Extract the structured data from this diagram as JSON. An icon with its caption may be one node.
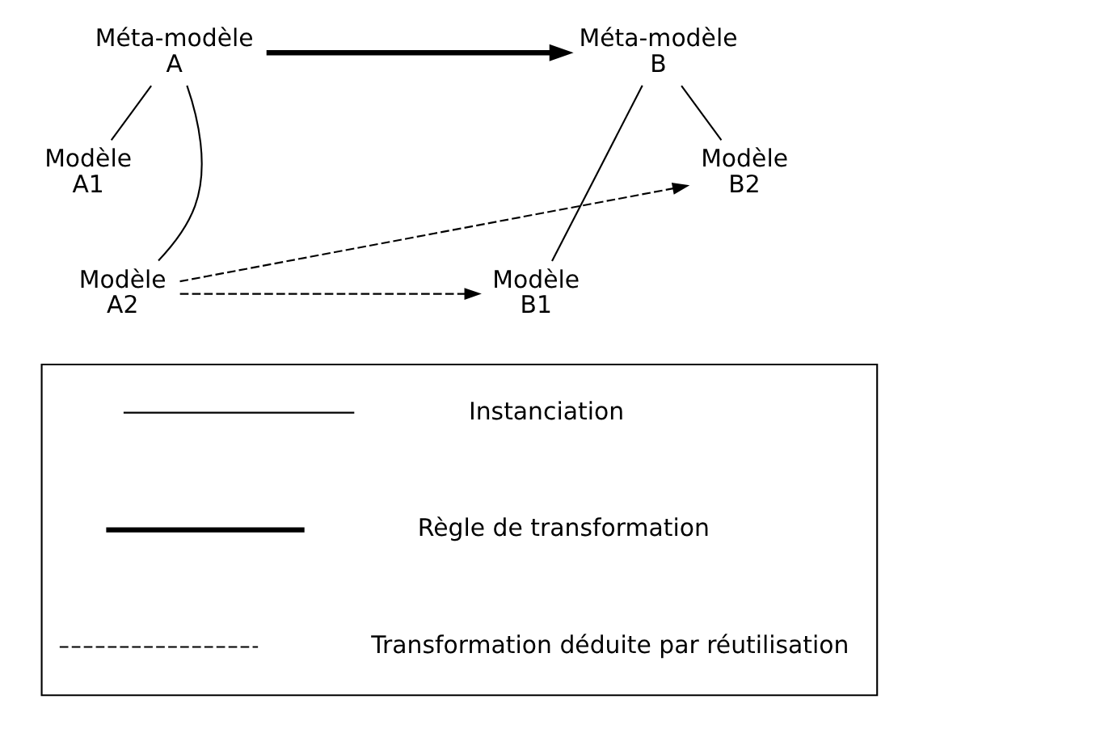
{
  "diagram": {
    "nodes": [
      {
        "text": [
          "Méta-modèle A"
        ]
      },
      {
        "text": [
          "Méta-modèle B"
        ]
      },
      {
        "text": [
          "Modèle A1"
        ]
      },
      {
        "text": [
          "Modèle A2"
        ]
      },
      {
        "text": [
          "Modèle B1"
        ]
      },
      {
        "text": [
          "Modèle B2"
        ]
      },
      {
        "text": [],
        "shape": "box"
      }
    ],
    "edges": [
      {
        "from": 0,
        "to": 1,
        "arrow": "to",
        "style": "thick"
      },
      {
        "from": 0,
        "to": 2,
        "arrow": "none"
      },
      {
        "from": 0,
        "to": 3,
        "arrow": "none"
      },
      {
        "from": 1,
        "to": 4,
        "arrow": "none"
      },
      {
        "from": 1,
        "to": 5,
        "arrow": "none"
      },
      {
        "from": 3,
        "to": 4,
        "arrow": "to",
        "style": "dashed"
      },
      {
        "from": 3,
        "to": 5,
        "arrow": "to",
        "style": "dashed"
      }
    ],
    "legend": [
      {
        "text": "Instanciation"
      },
      {
        "text": "Règle de transformation"
      },
      {
        "text": "Transformation déduite par réutilisation"
      }
    ]
  }
}
